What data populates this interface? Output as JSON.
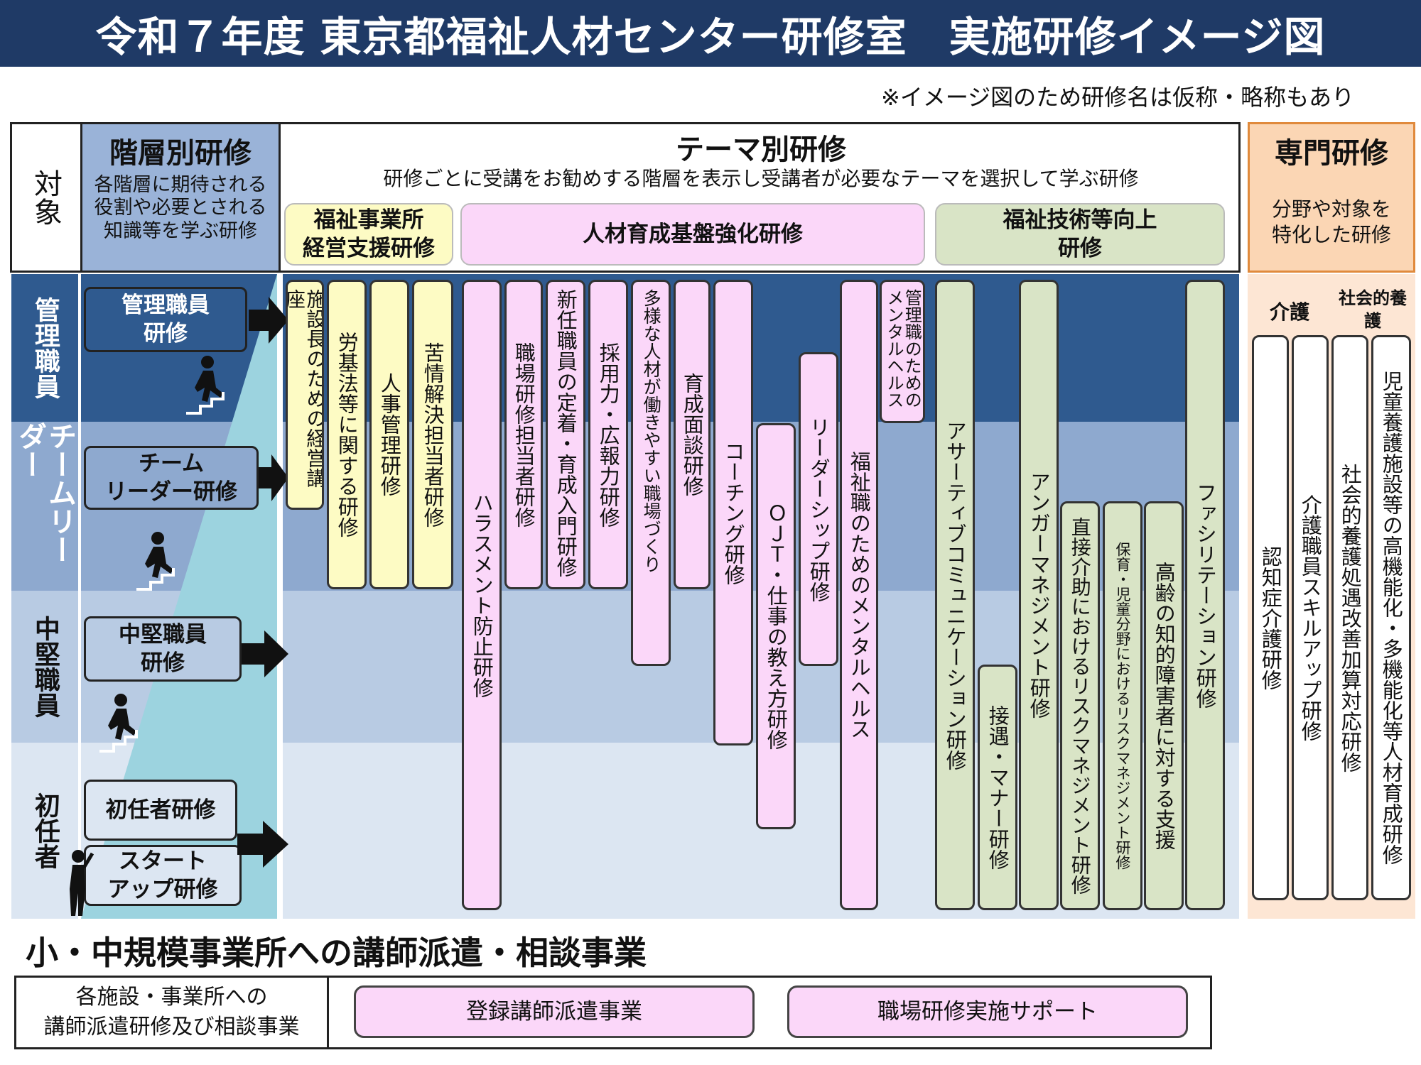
{
  "title": "令和７年度 東京都福祉人材センター研修室　実施研修イメージ図",
  "note": "※イメージ図のため研修名は仮称・略称もあり",
  "target_label": "対象",
  "kaisou": {
    "heading": "階層別研修",
    "desc": "各階層に期待される役割や必要とされる知識等を学ぶ研修"
  },
  "theme": {
    "heading": "テーマ別研修",
    "desc": "研修ごとに受講をお勧めする階層を表示し受講者が必要なテーマを選択して学ぶ研修",
    "categories": {
      "keiei": "福祉事業所\n経営支援研修",
      "jinzai": "人材育成基盤強化研修",
      "gijutsu": "福祉技術等向上\n研修"
    }
  },
  "senmon": {
    "heading": "専門研修",
    "desc": "分野や対象を特化した研修",
    "col_kaigo": "介護",
    "col_shakai": "社会的養護",
    "items": [
      "認知症介護研修",
      "介護職員スキルアップ研修",
      "社会的養護処遇改善加算対応研修",
      "児童養護施設等の高機能化・多機能化等人材育成研修"
    ]
  },
  "levels": [
    "管理職員",
    "チームリーダー",
    "中堅職員",
    "初任者"
  ],
  "level_trainings": {
    "kanri": "管理職員\n研修",
    "leader": "チーム\nリーダー研修",
    "chuken": "中堅職員\n研修",
    "shonin": "初任者研修",
    "start": "スタート\nアップ研修"
  },
  "trainings": [
    "施設長のための経営講座",
    "労基法等に関する研修",
    "人事管理研修",
    "苦情解決担当者研修",
    "ハラスメント防止研修",
    "職場研修担当者研修",
    "新任職員の定着・育成入門研修",
    "採用力・広報力研修",
    "多様な人材が働きやすい職場づくり",
    "育成面談研修",
    "コーチング研修",
    "ＯＪＴ・仕事の教え方研修",
    "リーダーシップ研修",
    "福祉職のためのメンタルヘルス",
    "管理職のためのメンタルヘルス",
    "アサーティブコミュニケーション研修",
    "接遇・マナー研修",
    "アンガーマネジメント研修",
    "直接介助におけるリスクマネジメント研修",
    "保育・児童分野におけるリスクマネジメント研修",
    "高齢の知的障害者に対する支援",
    "ファシリテーション研修"
  ],
  "dispatch": {
    "heading": "小・中規模事業所への講師派遣・相談事業",
    "label": "各施設・事業所への\n講師派遣研修及び相談事業",
    "item1": "登録講師派遣事業",
    "item2": "職場研修実施サポート"
  }
}
